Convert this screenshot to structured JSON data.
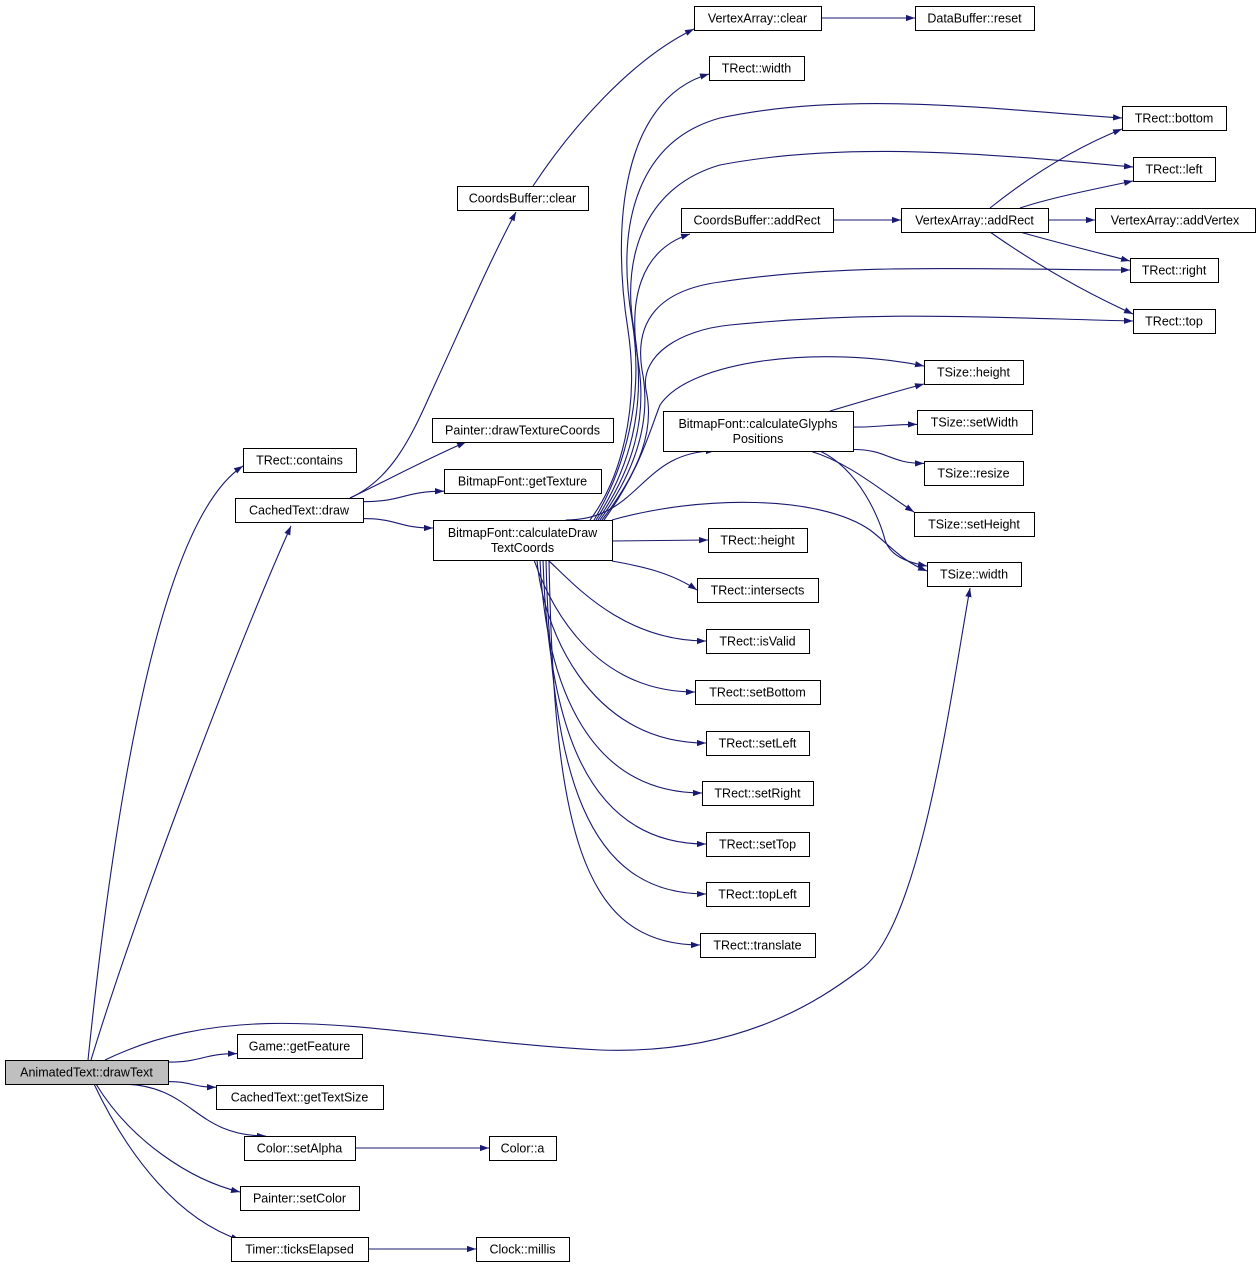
{
  "graph": {
    "nodes": {
      "animated_draw_text": {
        "lines": [
          "AnimatedText::drawText"
        ],
        "root": true
      },
      "trect_contains": {
        "lines": [
          "TRect::contains"
        ]
      },
      "cachedtext_draw": {
        "lines": [
          "CachedText::draw"
        ]
      },
      "game_getfeature": {
        "lines": [
          "Game::getFeature"
        ]
      },
      "cachedtext_gettextsize": {
        "lines": [
          "CachedText::getTextSize"
        ]
      },
      "color_setalpha": {
        "lines": [
          "Color::setAlpha"
        ]
      },
      "painter_setcolor": {
        "lines": [
          "Painter::setColor"
        ]
      },
      "timer_tickselapsed": {
        "lines": [
          "Timer::ticksElapsed"
        ]
      },
      "coordsbuffer_clear": {
        "lines": [
          "CoordsBuffer::clear"
        ]
      },
      "painter_drawtexturecoords": {
        "lines": [
          "Painter::drawTextureCoords"
        ]
      },
      "bitmapfont_gettexture": {
        "lines": [
          "BitmapFont::getTexture"
        ]
      },
      "bitmapfont_calcdrawtextcoords": {
        "lines": [
          "BitmapFont::calculateDraw",
          "TextCoords"
        ]
      },
      "color_a": {
        "lines": [
          "Color::a"
        ]
      },
      "clock_millis": {
        "lines": [
          "Clock::millis"
        ]
      },
      "vertexarray_clear": {
        "lines": [
          "VertexArray::clear"
        ]
      },
      "trect_width": {
        "lines": [
          "TRect::width"
        ]
      },
      "coordsbuffer_addrect": {
        "lines": [
          "CoordsBuffer::addRect"
        ]
      },
      "bitmapfont_calcglyphspositions": {
        "lines": [
          "BitmapFont::calculateGlyphs",
          "Positions"
        ]
      },
      "trect_height": {
        "lines": [
          "TRect::height"
        ]
      },
      "trect_intersects": {
        "lines": [
          "TRect::intersects"
        ]
      },
      "trect_isvalid": {
        "lines": [
          "TRect::isValid"
        ]
      },
      "trect_setbottom": {
        "lines": [
          "TRect::setBottom"
        ]
      },
      "trect_setleft": {
        "lines": [
          "TRect::setLeft"
        ]
      },
      "trect_setright": {
        "lines": [
          "TRect::setRight"
        ]
      },
      "trect_settop": {
        "lines": [
          "TRect::setTop"
        ]
      },
      "trect_topleft": {
        "lines": [
          "TRect::topLeft"
        ]
      },
      "trect_translate": {
        "lines": [
          "TRect::translate"
        ]
      },
      "databuffer_reset": {
        "lines": [
          "DataBuffer::reset"
        ]
      },
      "vertexarray_addrect": {
        "lines": [
          "VertexArray::addRect"
        ]
      },
      "tsize_height": {
        "lines": [
          "TSize::height"
        ]
      },
      "tsize_setwidth": {
        "lines": [
          "TSize::setWidth"
        ]
      },
      "tsize_resize": {
        "lines": [
          "TSize::resize"
        ]
      },
      "tsize_setheight": {
        "lines": [
          "TSize::setHeight"
        ]
      },
      "tsize_width": {
        "lines": [
          "TSize::width"
        ]
      },
      "trect_bottom": {
        "lines": [
          "TRect::bottom"
        ]
      },
      "trect_left": {
        "lines": [
          "TRect::left"
        ]
      },
      "vertexarray_addvertex": {
        "lines": [
          "VertexArray::addVertex"
        ]
      },
      "trect_right": {
        "lines": [
          "TRect::right"
        ]
      },
      "trect_top": {
        "lines": [
          "TRect::top"
        ]
      }
    },
    "edges": [
      [
        "animated_draw_text",
        "trect_contains"
      ],
      [
        "animated_draw_text",
        "cachedtext_draw"
      ],
      [
        "animated_draw_text",
        "tsize_width"
      ],
      [
        "animated_draw_text",
        "game_getfeature"
      ],
      [
        "animated_draw_text",
        "cachedtext_gettextsize"
      ],
      [
        "animated_draw_text",
        "color_setalpha"
      ],
      [
        "animated_draw_text",
        "painter_setcolor"
      ],
      [
        "animated_draw_text",
        "timer_tickselapsed"
      ],
      [
        "cachedtext_draw",
        "coordsbuffer_clear"
      ],
      [
        "cachedtext_draw",
        "painter_drawtexturecoords"
      ],
      [
        "cachedtext_draw",
        "bitmapfont_gettexture"
      ],
      [
        "cachedtext_draw",
        "bitmapfont_calcdrawtextcoords"
      ],
      [
        "coordsbuffer_clear",
        "vertexarray_clear"
      ],
      [
        "vertexarray_clear",
        "databuffer_reset"
      ],
      [
        "bitmapfont_calcdrawtextcoords",
        "trect_width"
      ],
      [
        "bitmapfont_calcdrawtextcoords",
        "trect_bottom"
      ],
      [
        "bitmapfont_calcdrawtextcoords",
        "trect_left"
      ],
      [
        "bitmapfont_calcdrawtextcoords",
        "coordsbuffer_addrect"
      ],
      [
        "bitmapfont_calcdrawtextcoords",
        "trect_right"
      ],
      [
        "bitmapfont_calcdrawtextcoords",
        "trect_top"
      ],
      [
        "bitmapfont_calcdrawtextcoords",
        "tsize_height"
      ],
      [
        "bitmapfont_calcdrawtextcoords",
        "bitmapfont_calcglyphspositions"
      ],
      [
        "bitmapfont_calcdrawtextcoords",
        "tsize_width"
      ],
      [
        "bitmapfont_calcdrawtextcoords",
        "trect_height"
      ],
      [
        "bitmapfont_calcdrawtextcoords",
        "trect_intersects"
      ],
      [
        "bitmapfont_calcdrawtextcoords",
        "trect_isvalid"
      ],
      [
        "bitmapfont_calcdrawtextcoords",
        "trect_setbottom"
      ],
      [
        "bitmapfont_calcdrawtextcoords",
        "trect_setleft"
      ],
      [
        "bitmapfont_calcdrawtextcoords",
        "trect_setright"
      ],
      [
        "bitmapfont_calcdrawtextcoords",
        "trect_settop"
      ],
      [
        "bitmapfont_calcdrawtextcoords",
        "trect_topleft"
      ],
      [
        "bitmapfont_calcdrawtextcoords",
        "trect_translate"
      ],
      [
        "coordsbuffer_addrect",
        "vertexarray_addrect"
      ],
      [
        "vertexarray_addrect",
        "trect_bottom"
      ],
      [
        "vertexarray_addrect",
        "trect_left"
      ],
      [
        "vertexarray_addrect",
        "vertexarray_addvertex"
      ],
      [
        "vertexarray_addrect",
        "trect_right"
      ],
      [
        "vertexarray_addrect",
        "trect_top"
      ],
      [
        "bitmapfont_calcglyphspositions",
        "tsize_height"
      ],
      [
        "bitmapfont_calcglyphspositions",
        "tsize_setwidth"
      ],
      [
        "bitmapfont_calcglyphspositions",
        "tsize_resize"
      ],
      [
        "bitmapfont_calcglyphspositions",
        "tsize_setheight"
      ],
      [
        "bitmapfont_calcglyphspositions",
        "tsize_width"
      ],
      [
        "color_setalpha",
        "color_a"
      ],
      [
        "timer_tickselapsed",
        "clock_millis"
      ]
    ]
  },
  "colors": {
    "edge": "#191970",
    "root_fill": "#bfbfbf",
    "node_border": "#000000"
  }
}
